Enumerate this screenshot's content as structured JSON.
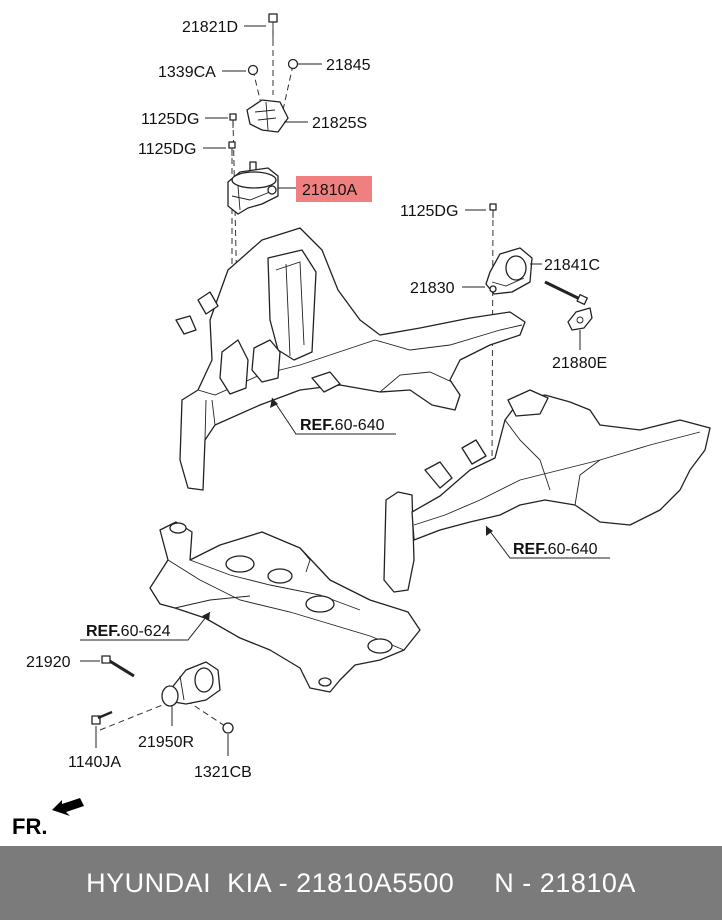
{
  "callouts": {
    "p21821D": "21821D",
    "p1339CA": "1339CA",
    "p21845": "21845",
    "p1125DG_a": "1125DG",
    "p21825S": "21825S",
    "p1125DG_b": "1125DG",
    "p21810A": "21810A",
    "p1125DG_c": "1125DG",
    "p21841C": "21841C",
    "p21830": "21830",
    "p21880E": "21880E",
    "p21920": "21920",
    "p21950R": "21950R",
    "p1140JA": "1140JA",
    "p1321CB": "1321CB"
  },
  "references": {
    "ref1": {
      "prefix": "REF.",
      "code": "60-640"
    },
    "ref2": {
      "prefix": "REF.",
      "code": "60-640"
    },
    "ref3": {
      "prefix": "REF.",
      "code": "60-624"
    }
  },
  "front_indicator": "FR.",
  "highlight_color": "#f08080",
  "footer_text": "HYUNDAI  KIA - 21810A5500     N - 21810A"
}
